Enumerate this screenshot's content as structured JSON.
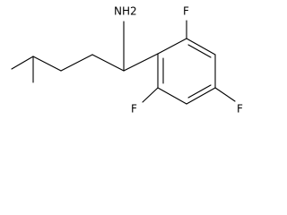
{
  "structure": {
    "amine_label": "NH2",
    "fluoro_top_label": "F",
    "fluoro_bottom_label": "F",
    "fluoro_para_label": "F",
    "line_color": "#000000",
    "background_color": "#ffffff"
  }
}
